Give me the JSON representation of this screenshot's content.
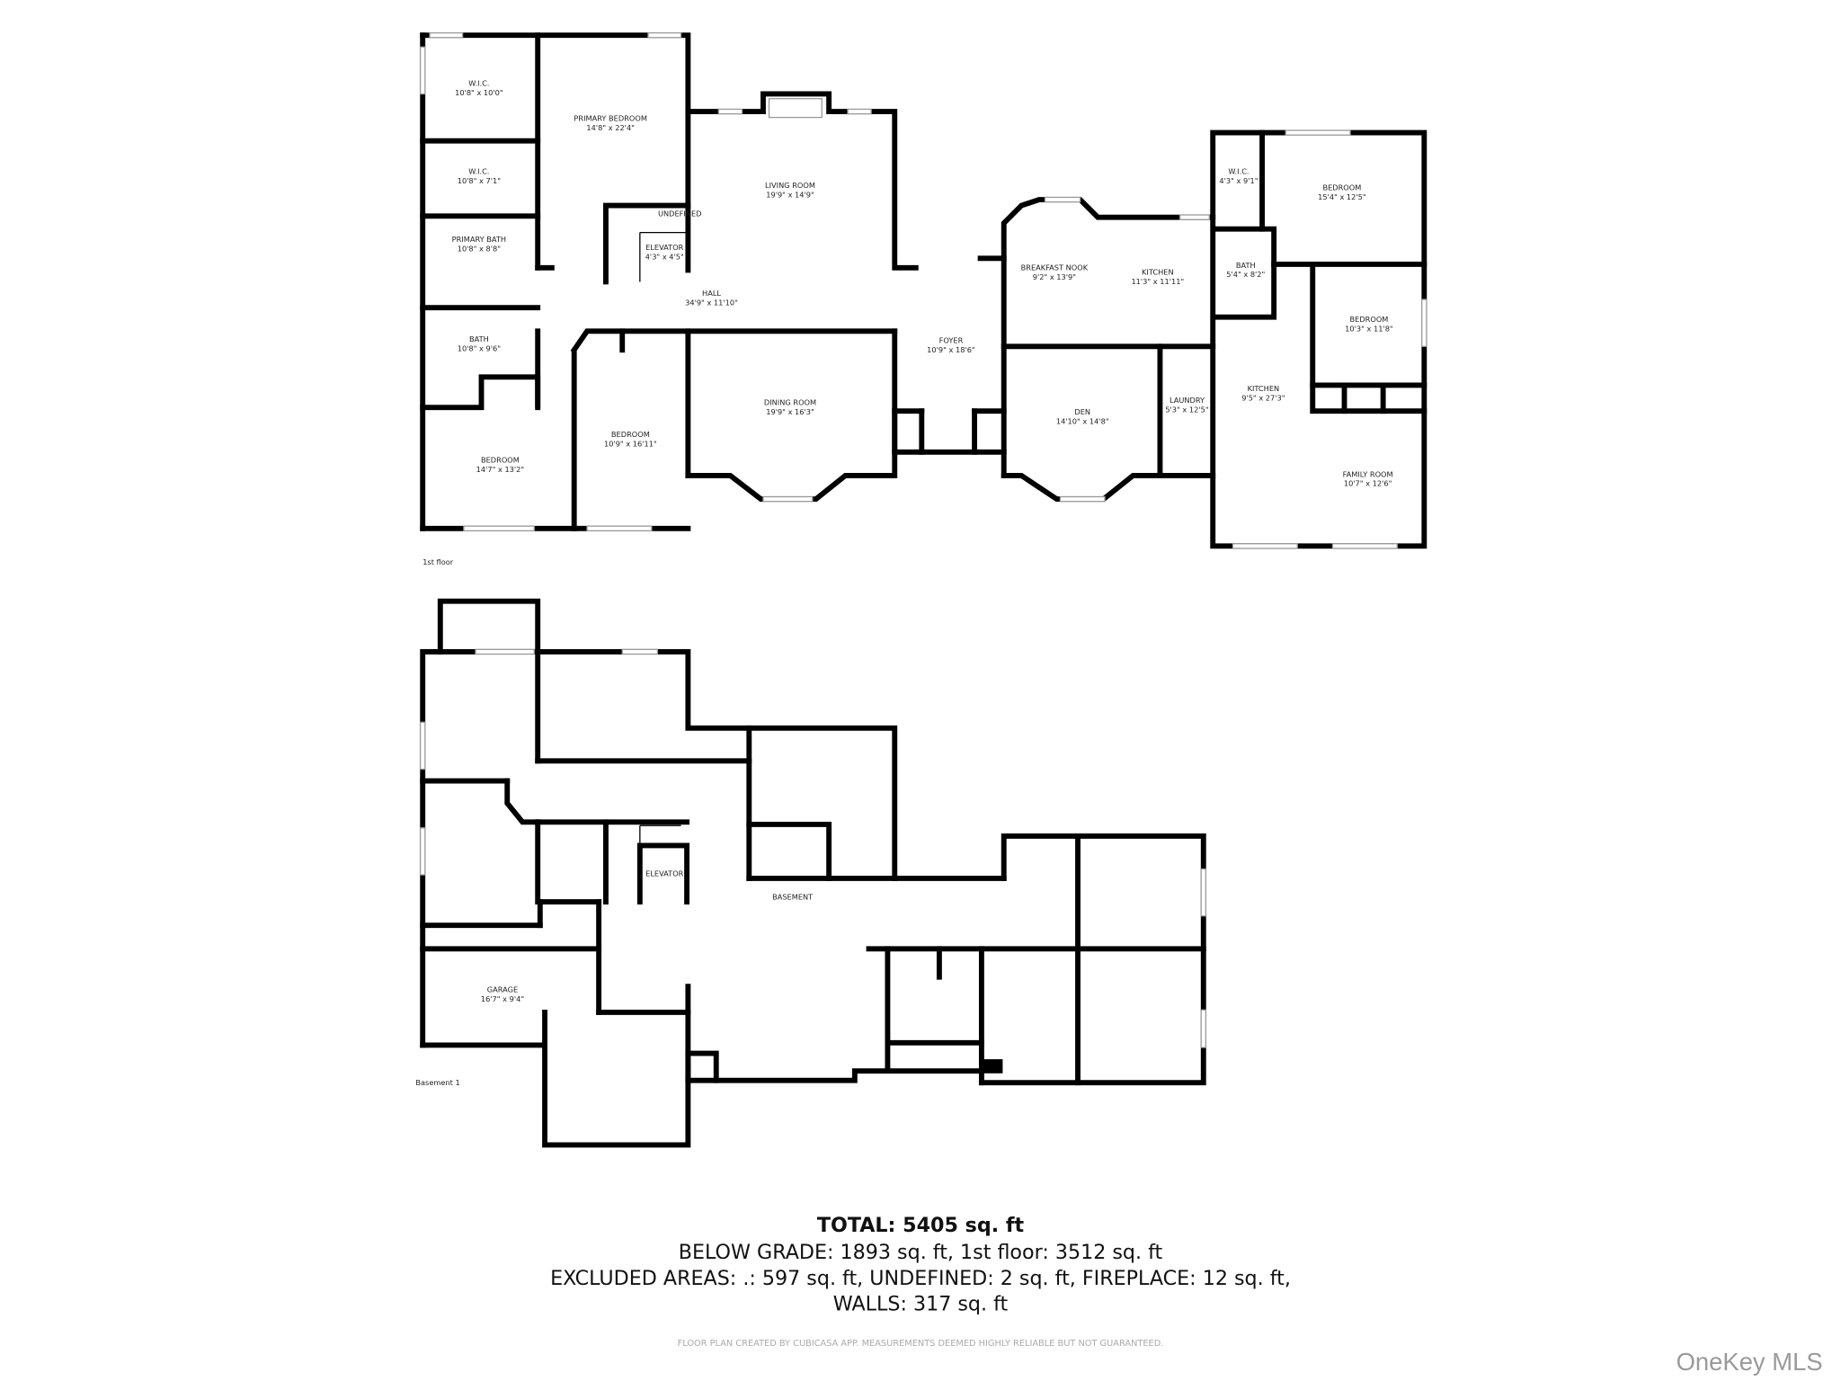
{
  "floors": {
    "first_floor_label": "1st floor",
    "basement_label": "Basement 1"
  },
  "first_floor_rooms": [
    {
      "name": "W.I.C.",
      "dims": "10'8\" x 10'0\""
    },
    {
      "name": "PRIMARY BEDROOM",
      "dims": "14'8\" x 22'4\""
    },
    {
      "name": "W.I.C.",
      "dims": "10'8\" x 7'1\""
    },
    {
      "name": "PRIMARY BATH",
      "dims": "10'8\" x 8'8\""
    },
    {
      "name": "UNDEFINED",
      "dims": ""
    },
    {
      "name": "ELEVATOR",
      "dims": "4'3\" x 4'5\""
    },
    {
      "name": "LIVING ROOM",
      "dims": "19'9\" x 14'9\""
    },
    {
      "name": "HALL",
      "dims": "34'9\" x 11'10\""
    },
    {
      "name": "BATH",
      "dims": "10'8\" x 9'6\""
    },
    {
      "name": "BEDROOM",
      "dims": "10'9\" x 16'11\""
    },
    {
      "name": "BEDROOM",
      "dims": "14'7\" x 13'2\""
    },
    {
      "name": "DINING ROOM",
      "dims": "19'9\" x 16'3\""
    },
    {
      "name": "FOYER",
      "dims": "10'9\" x 18'6\""
    },
    {
      "name": "BREAKFAST NOOK",
      "dims": "9'2\" x 13'9\""
    },
    {
      "name": "KITCHEN",
      "dims": "11'3\" x 11'11\""
    },
    {
      "name": "DEN",
      "dims": "14'10\" x 14'8\""
    },
    {
      "name": "LAUNDRY",
      "dims": "5'3\" x 12'5\""
    },
    {
      "name": "W.I.C.",
      "dims": "4'3\" x 9'1\""
    },
    {
      "name": "BEDROOM",
      "dims": "15'4\" x 12'5\""
    },
    {
      "name": "BATH",
      "dims": "5'4\" x 8'2\""
    },
    {
      "name": "BEDROOM",
      "dims": "10'3\" x 11'8\""
    },
    {
      "name": "KITCHEN",
      "dims": "9'5\" x 27'3\""
    },
    {
      "name": "FAMILY ROOM",
      "dims": "10'7\" x 12'6\""
    }
  ],
  "basement_rooms": [
    {
      "name": "ELEVATOR",
      "dims": ""
    },
    {
      "name": "BASEMENT",
      "dims": ""
    },
    {
      "name": "GARAGE",
      "dims": "16'7\" x 9'4\""
    }
  ],
  "summary": {
    "total": "TOTAL: 5405 sq. ft",
    "line1": "BELOW GRADE: 1893 sq. ft, 1st floor: 3512 sq. ft",
    "line2": "EXCLUDED AREAS: .: 597 sq. ft, UNDEFINED: 2 sq. ft, FIREPLACE: 12 sq. ft,",
    "line3": "WALLS: 317 sq. ft"
  },
  "disclaimer": "FLOOR PLAN CREATED BY CUBICASA APP. MEASUREMENTS DEEMED HIGHLY RELIABLE BUT NOT GUARANTEED.",
  "watermark": "OneKey MLS"
}
